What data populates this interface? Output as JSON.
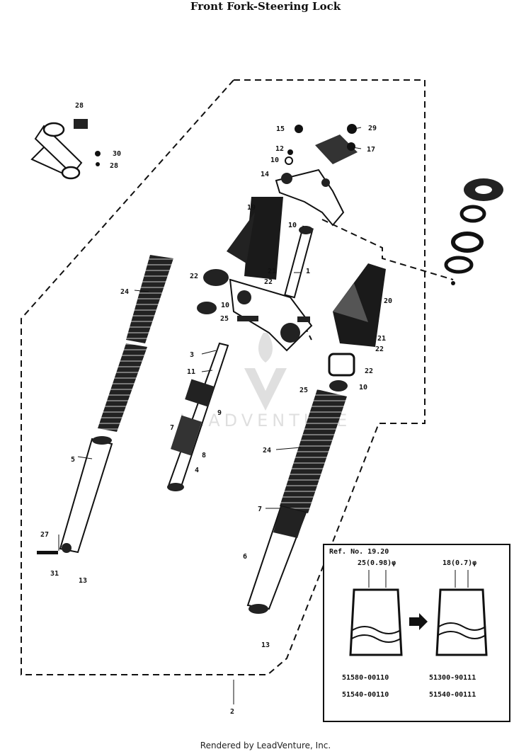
{
  "title": "Front Fork-Steering Lock",
  "footer": "Rendered by LeadVenture, Inc.",
  "watermark": "LEADVENTURE",
  "callouts": [
    {
      "id": "c1",
      "text": "1"
    },
    {
      "id": "c2",
      "text": "2"
    },
    {
      "id": "c3",
      "text": "3"
    },
    {
      "id": "c4",
      "text": "4"
    },
    {
      "id": "c5",
      "text": "5"
    },
    {
      "id": "c6",
      "text": "6"
    },
    {
      "id": "c7a",
      "text": "7"
    },
    {
      "id": "c7b",
      "text": "7"
    },
    {
      "id": "c8",
      "text": "8"
    },
    {
      "id": "c9",
      "text": "9"
    },
    {
      "id": "c10a",
      "text": "10"
    },
    {
      "id": "c10b",
      "text": "10"
    },
    {
      "id": "c10c",
      "text": "10"
    },
    {
      "id": "c10d",
      "text": "10"
    },
    {
      "id": "c11",
      "text": "11"
    },
    {
      "id": "c12",
      "text": "12"
    },
    {
      "id": "c13a",
      "text": "13"
    },
    {
      "id": "c13b",
      "text": "13"
    },
    {
      "id": "c14",
      "text": "14"
    },
    {
      "id": "c15",
      "text": "15"
    },
    {
      "id": "c17",
      "text": "17"
    },
    {
      "id": "c19",
      "text": "19"
    },
    {
      "id": "c20",
      "text": "20"
    },
    {
      "id": "c21a",
      "text": "21"
    },
    {
      "id": "c21b",
      "text": "21"
    },
    {
      "id": "c22a",
      "text": "22"
    },
    {
      "id": "c22b",
      "text": "22"
    },
    {
      "id": "c22c",
      "text": "22"
    },
    {
      "id": "c22d",
      "text": "22"
    },
    {
      "id": "c24a",
      "text": "24"
    },
    {
      "id": "c24b",
      "text": "24"
    },
    {
      "id": "c25a",
      "text": "25"
    },
    {
      "id": "c25b",
      "text": "25"
    },
    {
      "id": "c27",
      "text": "27"
    },
    {
      "id": "c28a",
      "text": "28"
    },
    {
      "id": "c28b",
      "text": "28"
    },
    {
      "id": "c29",
      "text": "29"
    },
    {
      "id": "c30",
      "text": "30"
    },
    {
      "id": "c31",
      "text": "31"
    }
  ],
  "inset": {
    "ref": "Ref. No. 19.20",
    "dim_left": "25(0.98)φ",
    "dim_right": "18(0.7)φ",
    "old_part_1": "51580-00110",
    "old_part_2": "51540-00110",
    "new_part_1": "51300-90111",
    "new_part_2": "51540-00111"
  }
}
